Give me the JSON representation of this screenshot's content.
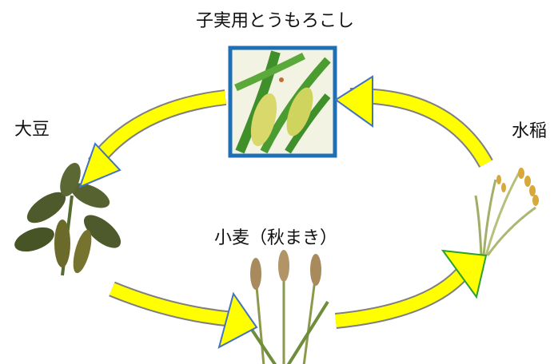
{
  "diagram": {
    "nodes": [
      {
        "id": "corn",
        "label": "子実用とうもろこし"
      },
      {
        "id": "rice",
        "label": "水稲"
      },
      {
        "id": "wheat",
        "label": "小麦（秋まき）"
      },
      {
        "id": "soybean",
        "label": "大豆"
      }
    ],
    "cycle_order": [
      "corn",
      "soybean",
      "wheat",
      "rice"
    ],
    "arrow_color": "#ffff00",
    "arrow_stroke": "#7f7f7f",
    "highlight_border": "#1f6fb5",
    "arrowhead_fill": "#ffff00",
    "arrowhead_stroke_default": "#4472c4",
    "arrowhead_stroke_rice": "#2ca02c",
    "icons": {
      "corn": "corn-plant-icon",
      "rice": "rice-plant-icon",
      "wheat": "wheat-plant-icon",
      "soybean": "soybean-plant-icon"
    }
  }
}
